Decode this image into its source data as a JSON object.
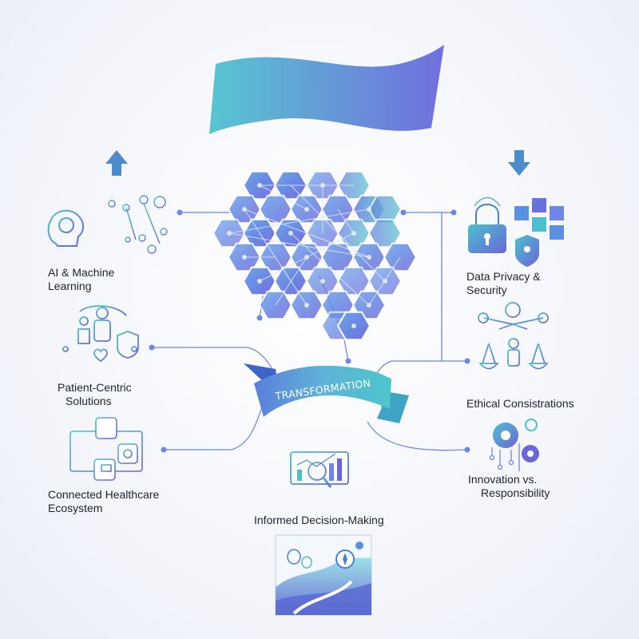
{
  "banner": {
    "title": ""
  },
  "center": {
    "ribbon_label": "TRANSFORMATION"
  },
  "topics": {
    "ai": {
      "label": "AI & Machine Learning",
      "line1": "AI & Machine",
      "line2": "Learning",
      "icon": "brain-circuit-icon"
    },
    "patient": {
      "label": "Patient-Centric Solutions",
      "line1": "Patient-Centric",
      "line2": "Solutions",
      "icon": "patient-care-icon"
    },
    "connected": {
      "label": "Connected Healthcare Ecosystem",
      "line1": "Connected Healthcare",
      "line2": "Ecosystem",
      "icon": "connected-screens-icon"
    },
    "privacy": {
      "label": "Data Privacy & Security",
      "line1": "Data Privacy &",
      "line2": "Security",
      "icon": "padlock-icon"
    },
    "ethics": {
      "label": "Ethical Consistrations",
      "line1": "Ethical Consistrations",
      "icon": "scales-icon"
    },
    "innovation": {
      "label": "Innovation vs. Responsibility",
      "line1": "Innovation vs.",
      "line2": "Responsibility",
      "icon": "gears-icon"
    },
    "decision": {
      "label": "Informed Decision-Making",
      "line1": "Informed Decision-Making",
      "icon": "chart-magnifier-icon"
    }
  },
  "arrows": {
    "left": "arrow-up-icon",
    "right": "arrow-down-icon"
  },
  "colors": {
    "teal": "#4cc3cc",
    "blue": "#5b7fe0",
    "purple": "#6a5fd6",
    "line": "#6f86e6"
  }
}
